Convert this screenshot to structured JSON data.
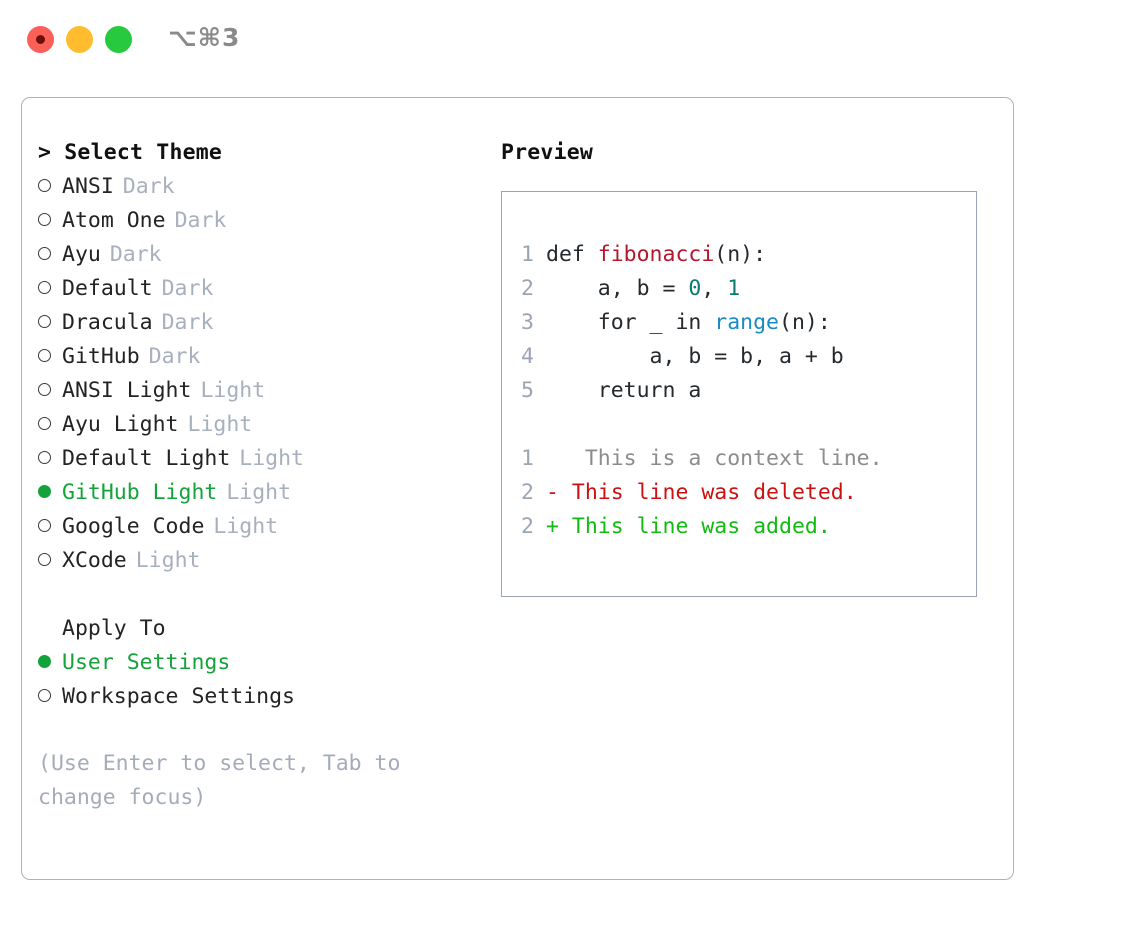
{
  "titlebar": {
    "shortcut": "⌥⌘3",
    "buttons": [
      {
        "name": "close",
        "color": "#fb6058"
      },
      {
        "name": "minimize",
        "color": "#febc2e"
      },
      {
        "name": "maximize",
        "color": "#27c93f"
      }
    ]
  },
  "theme_list": {
    "header": "> Select Theme",
    "items": [
      {
        "name": "ANSI",
        "variant": "Dark",
        "selected": false
      },
      {
        "name": "Atom One",
        "variant": "Dark",
        "selected": false
      },
      {
        "name": "Ayu",
        "variant": "Dark",
        "selected": false
      },
      {
        "name": "Default",
        "variant": "Dark",
        "selected": false
      },
      {
        "name": "Dracula",
        "variant": "Dark",
        "selected": false
      },
      {
        "name": "GitHub",
        "variant": "Dark",
        "selected": false
      },
      {
        "name": "ANSI Light",
        "variant": "Light",
        "selected": false
      },
      {
        "name": "Ayu Light",
        "variant": "Light",
        "selected": false
      },
      {
        "name": "Default Light",
        "variant": "Light",
        "selected": false
      },
      {
        "name": "GitHub Light",
        "variant": "Light",
        "selected": true
      },
      {
        "name": "Google Code",
        "variant": "Light",
        "selected": false
      },
      {
        "name": "XCode",
        "variant": "Light",
        "selected": false
      }
    ]
  },
  "apply_to": {
    "header": "Apply To",
    "options": [
      {
        "label": "User Settings",
        "selected": true
      },
      {
        "label": "Workspace Settings",
        "selected": false
      }
    ]
  },
  "hint": "(Use Enter to select, Tab to change focus)",
  "preview": {
    "title": "Preview",
    "code": [
      {
        "num": "1",
        "parts": [
          {
            "t": "def ",
            "c": "plain"
          },
          {
            "t": "fibonacci",
            "c": "fn"
          },
          {
            "t": "(n):",
            "c": "plain"
          }
        ]
      },
      {
        "num": "2",
        "parts": [
          {
            "t": "    a, b = ",
            "c": "plain"
          },
          {
            "t": "0",
            "c": "num"
          },
          {
            "t": ", ",
            "c": "plain"
          },
          {
            "t": "1",
            "c": "num"
          }
        ]
      },
      {
        "num": "3",
        "parts": [
          {
            "t": "    for _ in ",
            "c": "plain"
          },
          {
            "t": "range",
            "c": "call"
          },
          {
            "t": "(n):",
            "c": "plain"
          }
        ]
      },
      {
        "num": "4",
        "parts": [
          {
            "t": "        a, b = b, a + b",
            "c": "plain"
          }
        ]
      },
      {
        "num": "5",
        "parts": [
          {
            "t": "    return a",
            "c": "plain"
          }
        ]
      }
    ],
    "diff": [
      {
        "num": "1",
        "marker": " ",
        "text": "  This is a context line.",
        "kind": "ctx"
      },
      {
        "num": "2",
        "marker": "-",
        "text": " This line was deleted.",
        "kind": "del"
      },
      {
        "num": "2",
        "marker": "+",
        "text": " This line was added.",
        "kind": "add"
      }
    ]
  },
  "colors": {
    "accent_green": "#14a33a",
    "muted": "#a7b0bd",
    "border": "#aab3c0",
    "code_fn": "#b3182c",
    "code_num": "#0a7a70",
    "code_call": "#1a8ac4",
    "diff_add": "#11bb11",
    "diff_del": "#cc1111"
  }
}
